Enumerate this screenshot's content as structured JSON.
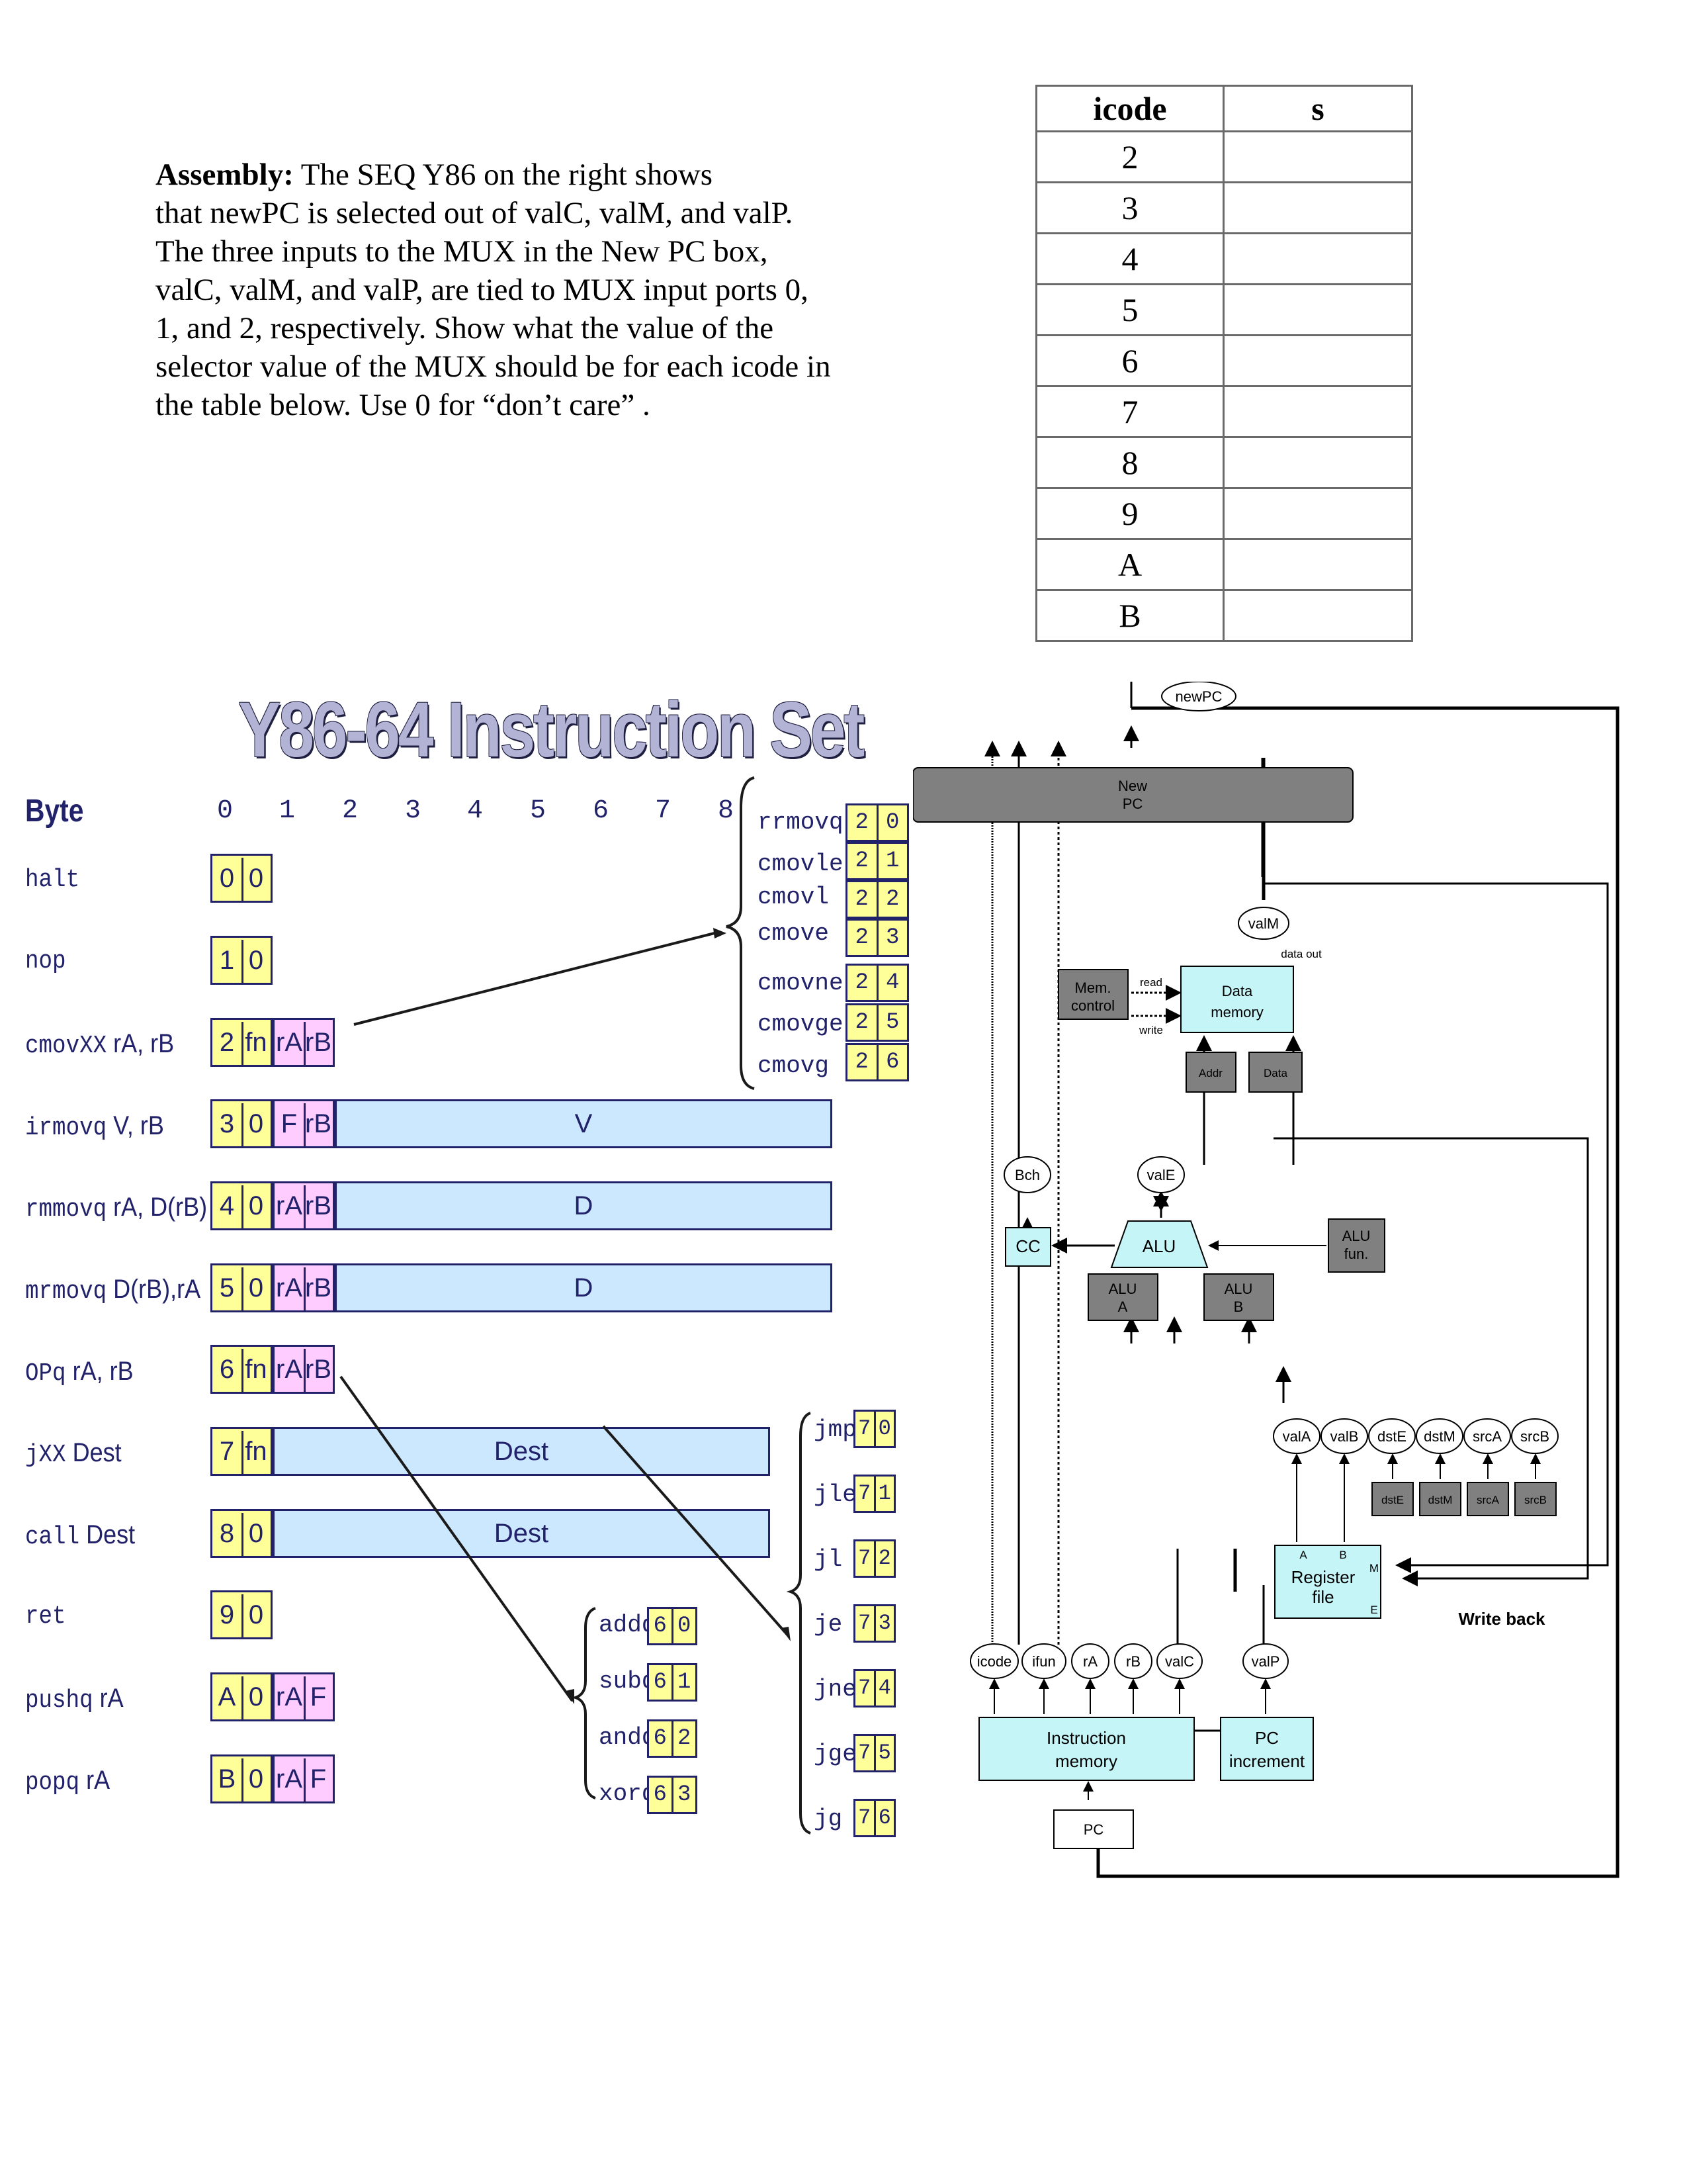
{
  "question": {
    "label": "Assembly:",
    "lines": [
      " The SEQ Y86 on the right shows",
      "that newPC is selected out of valC, valM, and valP.",
      "The three inputs to the MUX in the New PC box,",
      "valC, valM, and valP, are tied to MUX input ports 0,",
      "1, and 2, respectively. Show what the value of the",
      "selector value of the MUX should be for each icode in",
      "the table below. Use 0 for “don’t care” ."
    ]
  },
  "table": {
    "headers": [
      "icode",
      "s"
    ],
    "rows": [
      "2",
      "3",
      "4",
      "5",
      "6",
      "7",
      "8",
      "9",
      "A",
      "B"
    ]
  },
  "iset": {
    "title": "Y86-64 Instruction Set",
    "byte_label": "Byte",
    "columns": [
      "0",
      "1",
      "2",
      "3",
      "4",
      "5",
      "6",
      "7",
      "8"
    ],
    "instructions": [
      {
        "name": "halt",
        "arg": ""
      },
      {
        "name": "nop",
        "arg": ""
      },
      {
        "name": "cmovXX",
        "arg": " rA, rB"
      },
      {
        "name": "irmovq",
        "arg": " V, rB"
      },
      {
        "name": "rmmovq",
        "arg": " rA, D(rB)"
      },
      {
        "name": "mrmovq",
        "arg": " D(rB),rA"
      },
      {
        "name": "OPq",
        "arg": " rA, rB"
      },
      {
        "name": "jXX",
        "arg": " Dest"
      },
      {
        "name": "call",
        "arg": " Dest"
      },
      {
        "name": "ret",
        "arg": ""
      },
      {
        "name": "pushq",
        "arg": " rA"
      },
      {
        "name": "popq",
        "arg": " rA"
      }
    ],
    "fields": {
      "zero": "0",
      "one": "1",
      "two": "2",
      "three": "3",
      "four": "4",
      "five": "5",
      "six": "6",
      "seven": "7",
      "eight": "8",
      "nine": "9",
      "a": "A",
      "b": "B",
      "fn": "fn",
      "rA": "rA",
      "rB": "rB",
      "F": "F",
      "V": "V",
      "D": "D",
      "Dest": "Dest"
    },
    "cmov": [
      {
        "name": "rrmovq",
        "code": [
          "2",
          "0"
        ]
      },
      {
        "name": "cmovle",
        "code": [
          "2",
          "1"
        ]
      },
      {
        "name": "cmovl",
        "code": [
          "2",
          "2"
        ]
      },
      {
        "name": "cmove",
        "code": [
          "2",
          "3"
        ]
      },
      {
        "name": "cmovne",
        "code": [
          "2",
          "4"
        ]
      },
      {
        "name": "cmovge",
        "code": [
          "2",
          "5"
        ]
      },
      {
        "name": "cmovg",
        "code": [
          "2",
          "6"
        ]
      }
    ],
    "jumps": [
      {
        "name": "jmp",
        "code": [
          "7",
          "0"
        ]
      },
      {
        "name": "jle",
        "code": [
          "7",
          "1"
        ]
      },
      {
        "name": "jl",
        "code": [
          "7",
          "2"
        ]
      },
      {
        "name": "je",
        "code": [
          "7",
          "3"
        ]
      },
      {
        "name": "jne",
        "code": [
          "7",
          "4"
        ]
      },
      {
        "name": "jge",
        "code": [
          "7",
          "5"
        ]
      },
      {
        "name": "jg",
        "code": [
          "7",
          "6"
        ]
      }
    ],
    "ops": [
      {
        "name": "addq",
        "code": [
          "6",
          "0"
        ]
      },
      {
        "name": "subq",
        "code": [
          "6",
          "1"
        ]
      },
      {
        "name": "andq",
        "code": [
          "6",
          "2"
        ]
      },
      {
        "name": "xorq",
        "code": [
          "6",
          "3"
        ]
      }
    ]
  },
  "seq": {
    "newPC": "newPC",
    "new_pc_box": [
      "New",
      "PC"
    ],
    "valM": "valM",
    "data_out": "data out",
    "read": "read",
    "write": "write",
    "mem_control": [
      "Mem.",
      "control"
    ],
    "data_memory": [
      "Data",
      "memory"
    ],
    "addr": "Addr",
    "data": "Data",
    "bch": "Bch",
    "valE": "valE",
    "cc": "CC",
    "alu": "ALU",
    "alu_fun": [
      "ALU",
      "fun."
    ],
    "alu_a": [
      "ALU",
      "A"
    ],
    "alu_b": [
      "ALU",
      "B"
    ],
    "reg_outputs": [
      "valA",
      "valB",
      "dstE",
      "dstM",
      "srcA",
      "srcB"
    ],
    "reg_inputs": [
      "dstE",
      "dstM",
      "srcA",
      "srcB"
    ],
    "reg_file": [
      "Register",
      "file"
    ],
    "port_a": "A",
    "port_b": "B",
    "port_m": "M",
    "port_e": "E",
    "write_back": "Write back",
    "fetch_outputs": [
      "icode",
      "ifun",
      "rA",
      "rB",
      "valC"
    ],
    "valP": "valP",
    "instr_mem": [
      "Instruction",
      "memory"
    ],
    "pc_inc": [
      "PC",
      "increment"
    ],
    "pc": "PC"
  }
}
